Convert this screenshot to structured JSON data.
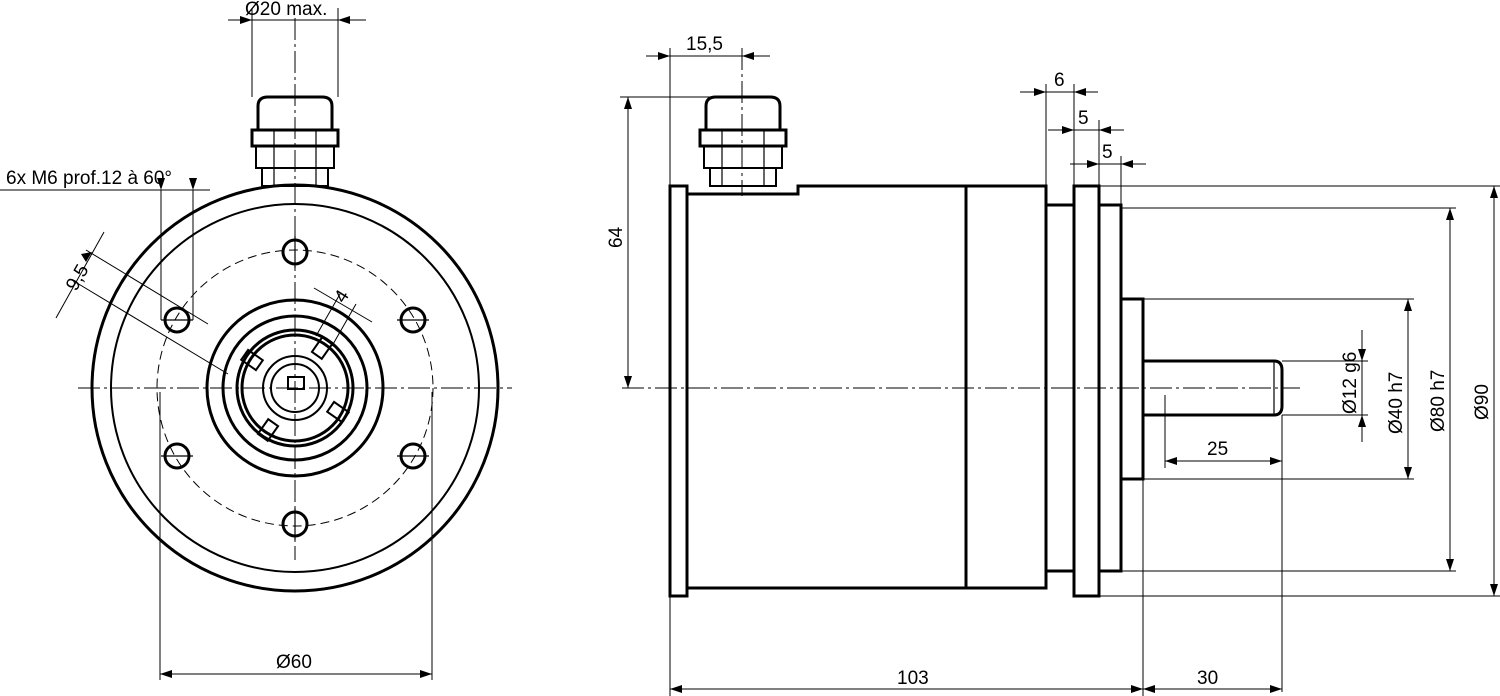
{
  "front_view": {
    "dim_cable_gland": "Ø20 max.",
    "note_holes": "6x M6 prof.12 à 60°",
    "dim_hole_offset": "9,5",
    "dim_slot": "4",
    "dim_bolt_circle": "Ø60"
  },
  "side_view": {
    "dim_gland_pos": "15,5",
    "dim_height": "64",
    "dim_flange_6": "6",
    "dim_flange_5a": "5",
    "dim_flange_5b": "5",
    "dim_shaft": "Ø12 g6",
    "dim_spigot": "Ø40 h7",
    "dim_flange_face": "Ø80 h7",
    "dim_body": "Ø90",
    "dim_shaft_len": "25",
    "dim_body_len": "103",
    "dim_shaft_total": "30"
  }
}
